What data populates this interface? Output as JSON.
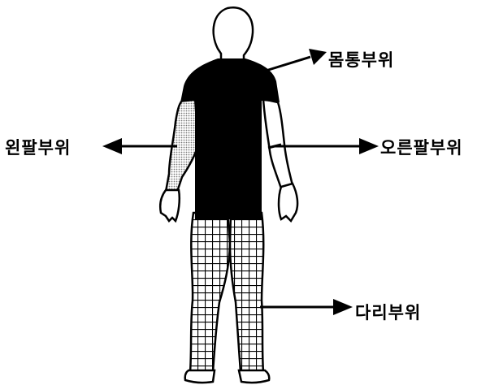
{
  "colors": {
    "ink": "#000000",
    "paper": "#ffffff",
    "shade": "#c8c8c8"
  },
  "labels": {
    "torso": "몸통부위",
    "left_arm": "왼팔부위",
    "right_arm": "오른팔부위",
    "legs": "다리부위"
  }
}
